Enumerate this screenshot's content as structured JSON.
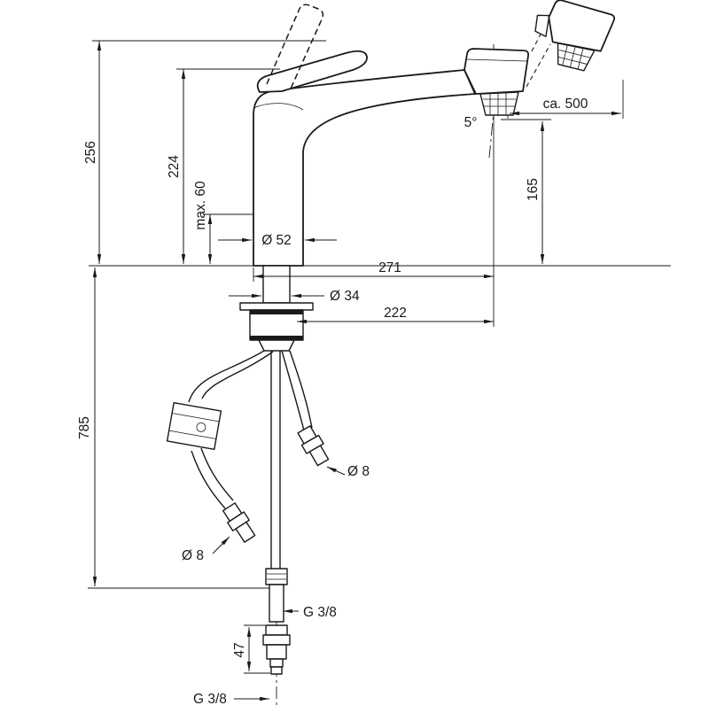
{
  "colors": {
    "line": "#1a1a1a",
    "background": "#ffffff"
  },
  "labels": {
    "height_total": "256",
    "height_spout": "224",
    "max_thickness": "max. 60",
    "base_dia": "Ø 52",
    "projection": "271",
    "shank_dia": "Ø 34",
    "reach": "222",
    "hose_drop": "785",
    "outlet_height": "165",
    "pullout": "ca. 500",
    "angle": "5°",
    "hose_dia_upper": "Ø 8",
    "hose_dia_lower": "Ø 8",
    "thread_top": "G 3/8",
    "adapter_len": "47",
    "thread_bottom": "G 3/8"
  }
}
